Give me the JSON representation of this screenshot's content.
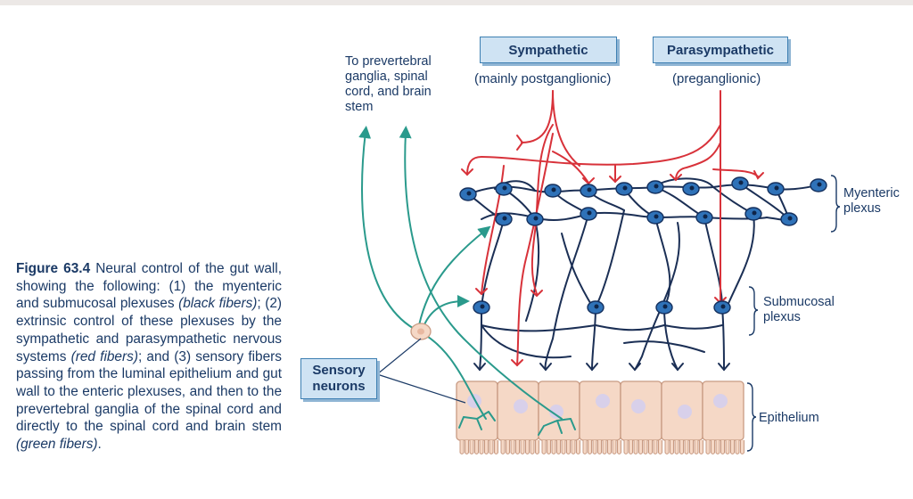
{
  "labels": {
    "sympathetic": "Sympathetic",
    "sympathetic_sub": "(mainly postganglionic)",
    "parasympathetic": "Parasympathetic",
    "parasympathetic_sub": "(preganglionic)",
    "to_prevertebral": "To prevertebral ganglia, spinal cord, and brain stem",
    "myenteric": "Myenteric plexus",
    "submucosal": "Submucosal plexus",
    "epithelium": "Epithelium",
    "sensory": "Sensory neurons"
  },
  "caption": {
    "figure": "Figure 63.4",
    "p1": " Neural control of the gut wall, showing the following: (1) the myenteric and submucosal plexuses ",
    "e1": "(black fibers)",
    "p2": "; (2) extrinsic control of these plexuses by the sympathetic and parasympathetic nervous systems ",
    "e2": "(red fibers)",
    "p3": "; and (3) sensory fibers passing from the luminal epithelium and gut wall to the enteric plexuses, and then to the prevertebral ganglia of the spinal cord and directly to the spinal cord and brain stem ",
    "e3": "(green fibers)",
    "p4": "."
  },
  "colors": {
    "enteric_fiber": "#1b2f55",
    "extrinsic_fiber": "#d8323a",
    "sensory_fiber": "#2a9a8c",
    "neuron_body": "#2f72b8",
    "epithelium_cell": "#f5d8c6",
    "label_box": "#cfe3f3"
  }
}
